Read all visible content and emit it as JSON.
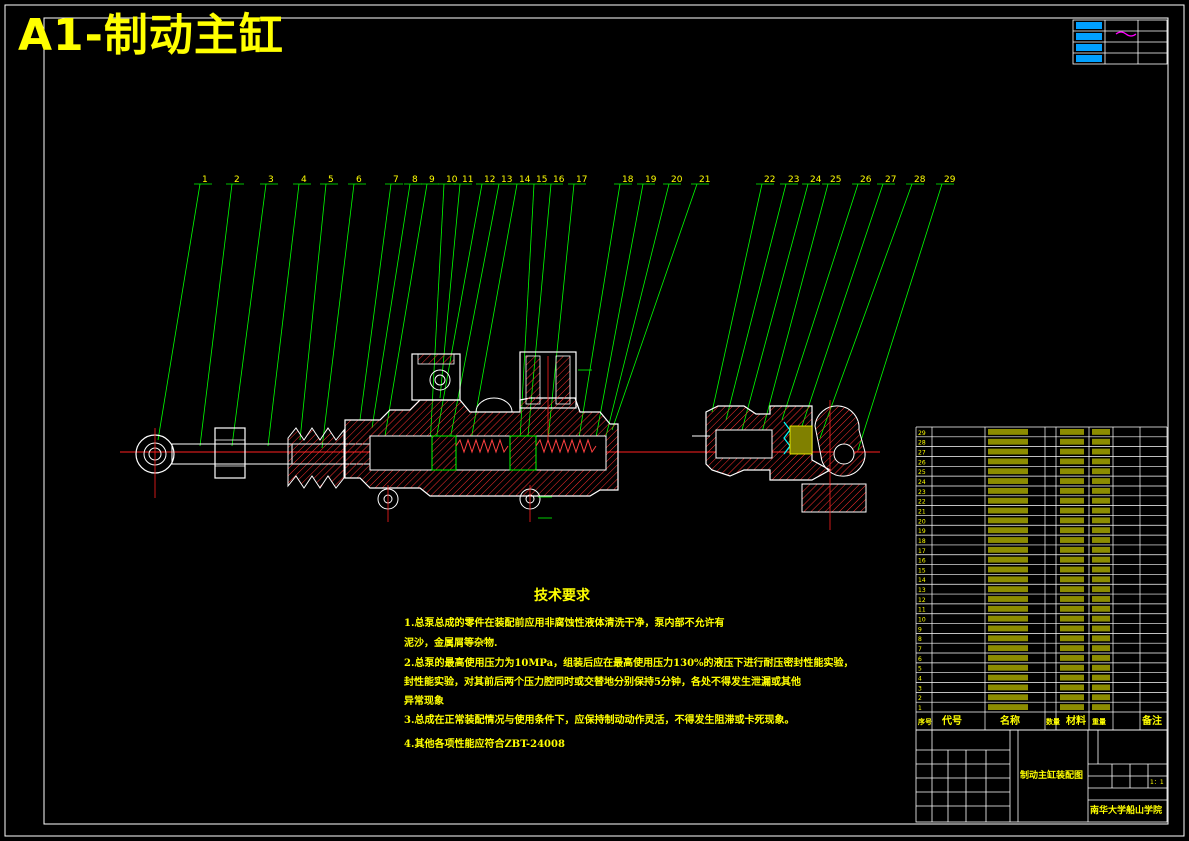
{
  "title": "A1-制动主缸",
  "callouts": [
    "1",
    "2",
    "3",
    "4",
    "5",
    "6",
    "7",
    "8",
    "9",
    "10",
    "11",
    "12",
    "13",
    "14",
    "15",
    "16",
    "17",
    "18",
    "19",
    "20",
    "21",
    "22",
    "23",
    "24",
    "25",
    "26",
    "27",
    "28",
    "29"
  ],
  "tech_requirements": {
    "heading": "技术要求",
    "lines": [
      "1.总泵总成的零件在装配前应用非腐蚀性液体清洗干净，泵内部不允许有",
      "泥沙，金属屑等杂物.",
      "2.总泵的最高使用压力为10MPa，组装后应在最高使用压力130%的液压下进行耐压密封性能实验，",
      "封性能实验，对其前后两个压力腔同时或交替地分别保持5分钟，各处不得发生泄漏或其他",
      "异常现象",
      "3.总成在正常装配情况与使用条件下，应保持制动动作灵活，不得发生阻滞或卡死现象。",
      "4.其他各项性能应符合ZBT-24008"
    ]
  },
  "parts_table": {
    "header": {
      "index": "序号",
      "code": "代号",
      "name": "名称",
      "qty": "数量",
      "material": "材料",
      "weight": "重量",
      "remark": "备注"
    }
  },
  "title_block": {
    "drawing_name": "制动主缸装配图",
    "school": "南华大学船山学院",
    "scale": "1：1"
  },
  "colors": {
    "background": "#000000",
    "frame": "#ffffff",
    "title": "#ffff00",
    "leader": "#00ff00",
    "centerline": "#ff0000",
    "hatch": "#ff0000",
    "detail": "#00ffff"
  }
}
